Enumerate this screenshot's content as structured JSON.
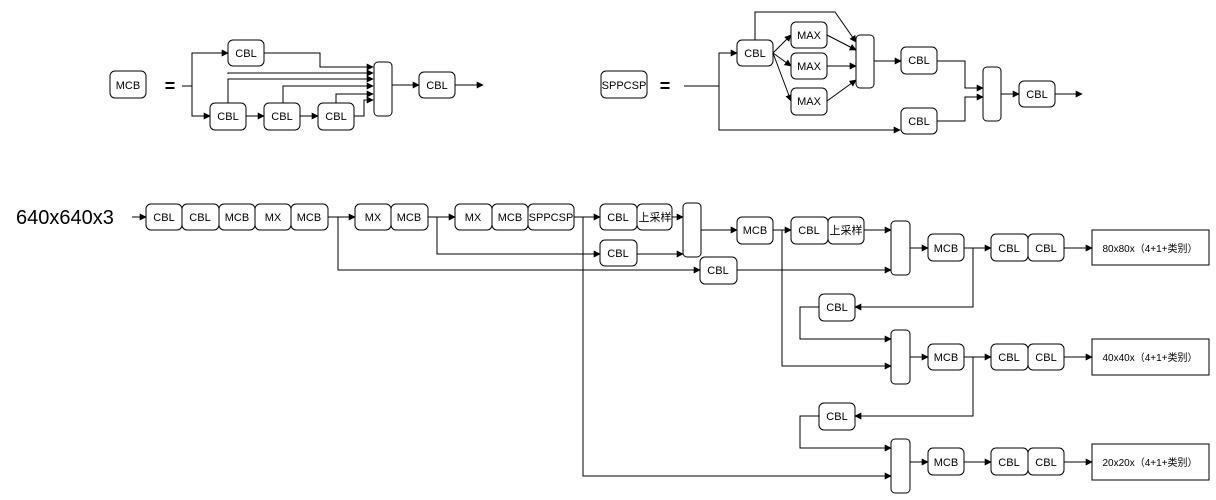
{
  "mcb_def": {
    "name": "MCB",
    "equals": "=",
    "blocks": [
      "CBL",
      "CBL",
      "CBL",
      "CBL",
      "CBL"
    ]
  },
  "sppcsp_def": {
    "name": "SPPCSP",
    "equals": "=",
    "blocks": [
      "CBL",
      "MAX",
      "MAX",
      "MAX",
      "CBL",
      "CBL",
      "CBL"
    ]
  },
  "backbone": {
    "input_label": "640x640x3",
    "stage1": [
      "CBL",
      "CBL",
      "MCB",
      "MX",
      "MCB"
    ],
    "stage2": [
      "MX",
      "MCB"
    ],
    "stage3": [
      "MX",
      "MCB",
      "SPPCSP"
    ]
  },
  "head": {
    "upsample_cbl": "CBL",
    "upsample1": "上采样",
    "branch_cbl_1": "CBL",
    "branch_cbl_2": "CBL",
    "mcb_1": "MCB",
    "upsample_cbl_2": "CBL",
    "upsample2": "上采样",
    "down_cbl_1": "CBL",
    "down_cbl_2": "CBL"
  },
  "outputs": [
    {
      "mcb": "MCB",
      "cbl_a": "CBL",
      "cbl_b": "CBL",
      "label": "80x80x（4+1+类别）"
    },
    {
      "mcb": "MCB",
      "cbl_a": "CBL",
      "cbl_b": "CBL",
      "label": "40x40x（4+1+类别）"
    },
    {
      "mcb": "MCB",
      "cbl_a": "CBL",
      "cbl_b": "CBL",
      "label": "20x20x（4+1+类别）"
    }
  ]
}
